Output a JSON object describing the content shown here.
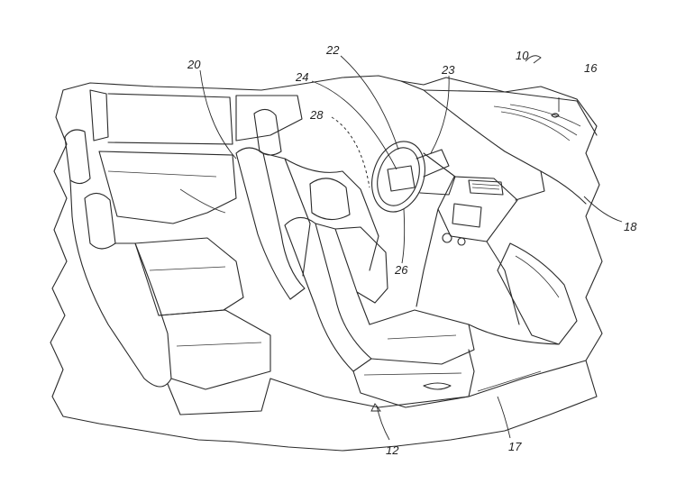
{
  "figure": {
    "labels": {
      "assembly": "10",
      "floor": "12",
      "windshield": "16",
      "floor_panel": "17",
      "dashboard": "18",
      "rear_seat": "20",
      "steering_wheel": "22",
      "steering_column": "23",
      "steering_hub": "24",
      "front_seat": "26",
      "driver_position": "28"
    }
  }
}
